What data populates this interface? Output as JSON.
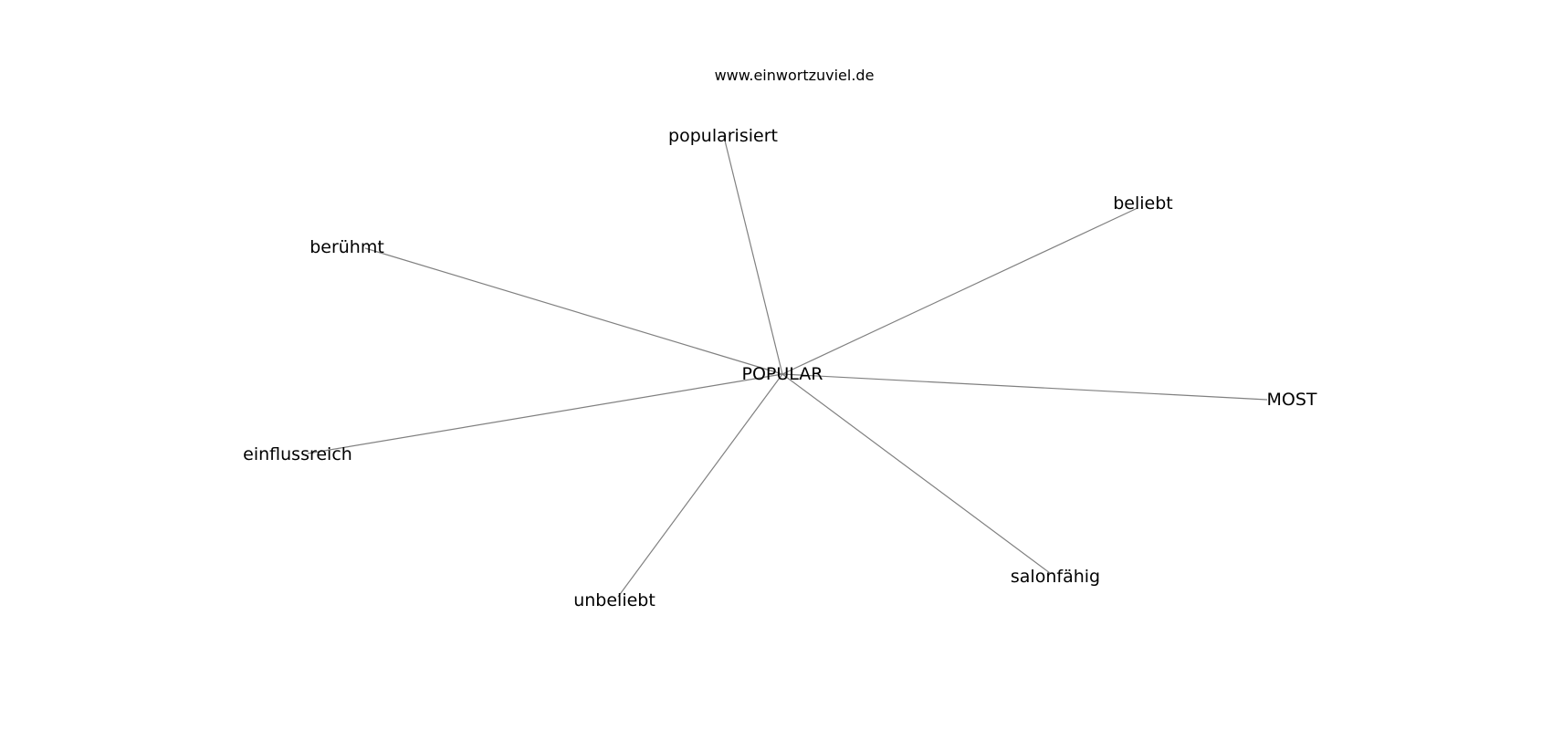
{
  "header": {
    "site": "www.einwortzuviel.de"
  },
  "graph": {
    "center": {
      "id": "center",
      "label": "POPULAR"
    },
    "nodes": [
      {
        "id": "popularisiert",
        "label": "popularisiert"
      },
      {
        "id": "beliebt",
        "label": "beliebt"
      },
      {
        "id": "beruehmt",
        "label": "berühmt"
      },
      {
        "id": "most",
        "label": "MOST"
      },
      {
        "id": "einflussreich",
        "label": "einflussreich"
      },
      {
        "id": "salonfaehig",
        "label": "salonfähig"
      },
      {
        "id": "unbeliebt",
        "label": "unbeliebt"
      }
    ],
    "edges": [
      {
        "from": "center",
        "to": "popularisiert"
      },
      {
        "from": "center",
        "to": "beliebt"
      },
      {
        "from": "center",
        "to": "beruehmt"
      },
      {
        "from": "center",
        "to": "most"
      },
      {
        "from": "center",
        "to": "einflussreich"
      },
      {
        "from": "center",
        "to": "salonfaehig"
      },
      {
        "from": "center",
        "to": "unbeliebt"
      }
    ]
  },
  "colors": {
    "edge": "#808080",
    "text": "#000000",
    "background": "#ffffff"
  }
}
